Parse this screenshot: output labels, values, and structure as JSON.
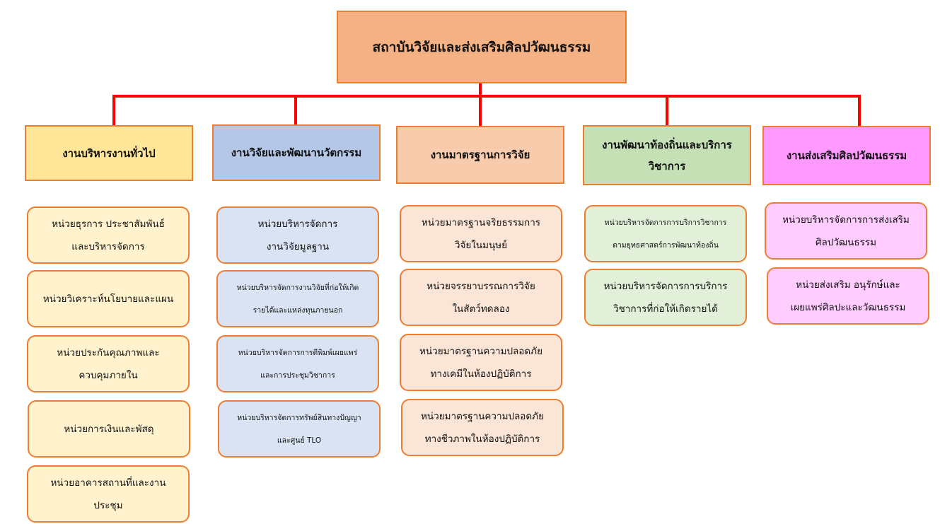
{
  "root": {
    "label": "สถาบันวิจัยและส่งเสริมศิลปวัฒนธรรม"
  },
  "departments": [
    {
      "label": "งานบริหารงานทั่วไป",
      "color": "#ffe699",
      "units": [
        "หน่วยธุรการ ประชาสัมพันธ์\nและบริหารจัดการ",
        "หน่วยวิเคราะห์นโยบายและแผน",
        "หน่วยประกันคุณภาพและ\nควบคุมภายใน",
        "หน่วยการเงินและพัสดุ",
        "หน่วยอาคารสถานที่และงาน\nประชุม"
      ]
    },
    {
      "label": "งานวิจัยและพัฒนานวัตกรรม",
      "color": "#b4c7e7",
      "units": [
        "หน่วยบริหารจัดการ\nงานวิจัยมูลฐาน",
        "หน่วยบริหารจัดการงานวิจัยที่ก่อให้เกิด\nรายได้และแหล่งทุนภายนอก",
        "หน่วยบริหารจัดการการตีพิมพ์เผยแพร่\nและการประชุมวิชาการ",
        "หน่วยบริหารจัดการทรัพย์สินทางปัญญา\nและศูนย์ TLO"
      ]
    },
    {
      "label": "งานมาตรฐานการวิจัย",
      "color": "#f8cbad",
      "units": [
        "หน่วยมาตรฐานจริยธรรมการ\nวิจัยในมนุษย์",
        "หน่วยจรรยาบรรณการวิจัย\nในสัตว์ทดลอง",
        "หน่วยมาตรฐานความปลอดภัย\nทางเคมีในห้องปฏิบัติการ",
        "หน่วยมาตรฐานความปลอดภัย\nทางชีวภาพในห้องปฏิบัติการ"
      ]
    },
    {
      "label": "งานพัฒนาท้องถิ่นและบริการ\nวิชาการ",
      "color": "#c5e0b4",
      "units": [
        "หน่วยบริหารจัดการการบริการวิชาการ\nตามยุทธศาสตร์การพัฒนาท้องถิ่น",
        "หน่วยบริหารจัดการการบริการ\nวิชาการที่ก่อให้เกิดรายได้"
      ]
    },
    {
      "label": "งานส่งเสริมศิลปวัฒนธรรม",
      "color": "#ff99ff",
      "units": [
        "หน่วยบริหารจัดการการส่งเสริม\nศิลปวัฒนธรรม",
        "หน่วยส่งเสริม อนุรักษ์และ\nเผยแพร่ศิลปะและวัฒนธรรม"
      ]
    }
  ],
  "colors": {
    "border": "#ed7d31",
    "connector": "#ff0000",
    "unit_fills": [
      "#fff2cc",
      "#dae3f3",
      "#fbe5d6",
      "#e2f0d9",
      "#ffccff"
    ]
  }
}
